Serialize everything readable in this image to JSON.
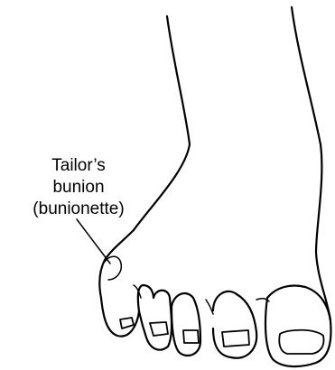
{
  "annotation": {
    "lines": [
      "Tailor’s",
      "bunion",
      "(bunionette)"
    ]
  }
}
